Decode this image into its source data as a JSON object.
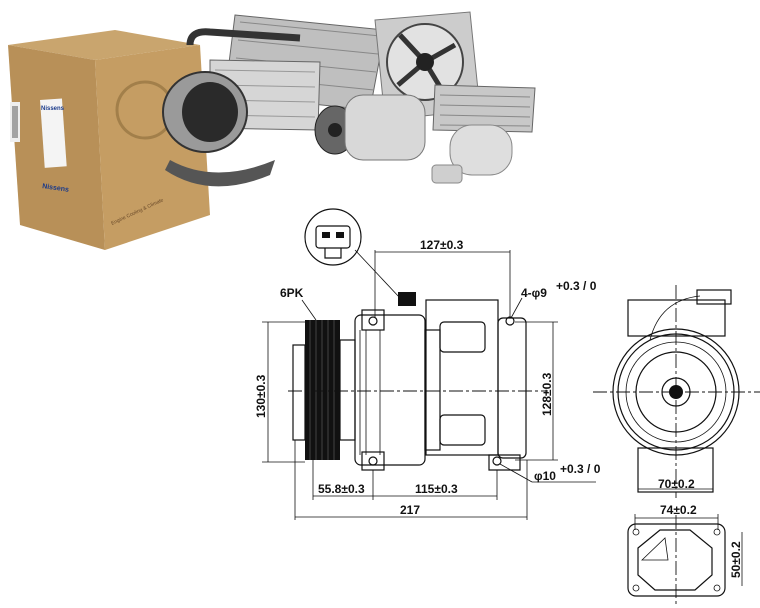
{
  "brand": {
    "logo_text": "Nissens",
    "box_slogan": "Engine Cooling & Climate"
  },
  "drawing": {
    "connector_label": "",
    "belt_label": "6PK",
    "dim_top_width": "127±0.3",
    "dim_mount_holes": "4-φ9",
    "dim_mount_holes_tol": "+0.3 / 0",
    "dim_hole": "φ10",
    "dim_hole_tol": "+0.3 / 0",
    "dim_height_left": "130±0.3",
    "dim_height_right": "128±0.3",
    "dim_pulley_offset": "55.8±0.3",
    "dim_body_length": "115±0.3",
    "dim_total_length": "217",
    "dim_front_bottom_width": "70±0.2",
    "dim_flange_width": "74±0.2",
    "dim_flange_height": "50±0.2",
    "tol_plus": "+0.3",
    "tol_zero": "0"
  }
}
